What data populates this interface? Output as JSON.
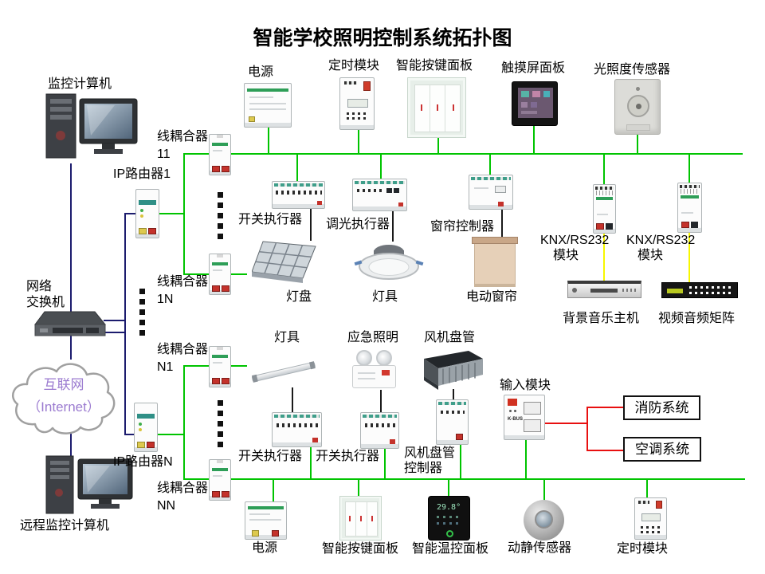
{
  "title": "智能学校照明控制系统拓扑图",
  "colors": {
    "bus_green": "#00c400",
    "lan_navy": "#1c1c6e",
    "serial_yellow": "#f7f700",
    "external_red": "#e81010",
    "link_black": "#1a1a1a",
    "internet_purple": "#9b7bd0"
  },
  "backbone": {
    "monitor_pc": "监控计算机",
    "switch_l1": "网络",
    "switch_l2": "交换机",
    "internet_l1": "互联网",
    "internet_l2": "（Internet）",
    "remote_pc": "远程监控计算机",
    "router1": "IP路由器1",
    "routerN": "IP路由器N",
    "coupler11_l1": "线耦合器",
    "coupler11_l2": "11",
    "coupler1N_l1": "线耦合器",
    "coupler1N_l2": "1N",
    "couplerN1_l1": "线耦合器",
    "couplerN1_l2": "N1",
    "couplerNN_l1": "线耦合器",
    "couplerNN_l2": "NN"
  },
  "bus1": {
    "power": "电源",
    "timer": "定时模块",
    "keypad": "智能按键面板",
    "touch_panel": "触摸屏面板",
    "light_sensor": "光照度传感器",
    "switch_actuator": "开关执行器",
    "dimmer_actuator": "调光执行器",
    "curtain_controller": "窗帘控制器",
    "knx1_l1": "KNX/RS232",
    "knx1_l2": "模块",
    "knx2_l1": "KNX/RS232",
    "knx2_l2": "模块",
    "lamp_panel": "灯盘",
    "downlight": "灯具",
    "motor_curtain": "电动窗帘",
    "bgm_host": "背景音乐主机",
    "av_matrix": "视频音频矩阵"
  },
  "bus2": {
    "tube_light": "灯具",
    "emergency_light": "应急照明",
    "fan_coil": "风机盘管",
    "switch_actuator_1": "开关执行器",
    "switch_actuator_2": "开关执行器",
    "fan_coil_ctrl_l1": "风机盘管",
    "fan_coil_ctrl_l2": "控制器",
    "input_module": "输入模块",
    "fire_system": "消防系统",
    "hvac_system": "空调系统",
    "power": "电源",
    "keypad": "智能按键面板",
    "thermostat": "智能温控面板",
    "motion_sensor": "动静传感器",
    "timer": "定时模块"
  },
  "device_texts": {
    "kbus": "K-BUS",
    "thermostat_display": "29.8°"
  }
}
